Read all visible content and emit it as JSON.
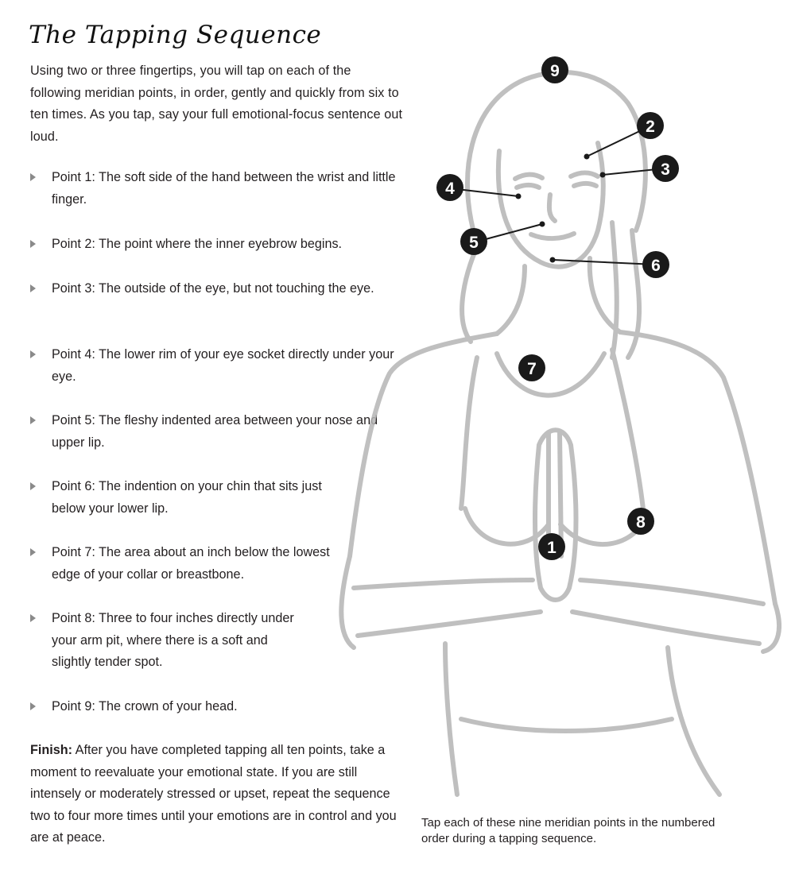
{
  "title": "The Tapping Sequence",
  "intro": "Using two or three fingertips, you will tap on each of the following meridian points, in order, gently and quickly from six to ten times. As you tap, say your full emotional-focus sentence out loud.",
  "points": [
    "Point 1: The soft side of the hand between the wrist and little finger.",
    "Point 2: The point where the inner eyebrow begins.",
    "Point 3: The outside of the eye, but not touching the eye.",
    "Point 4: The lower rim of your eye socket directly under your eye.",
    "Point 5: The fleshy indented area between your nose and upper lip.",
    "Point 6: The indention on your chin that sits just below your lower lip.",
    "Point 7: The area about an inch below the lowest edge of your collar or breastbone.",
    "Point 8: Three to four inches directly under your arm pit, where there is a soft and slightly tender spot.",
    "Point 9: The crown of your head."
  ],
  "finish_label": "Finish:",
  "finish_text": " After you have completed tapping all ten points, take a moment to reevaluate your emotional state. If you are still intensely or moderately stressed or upset, repeat the sequence two to four more times until your emotions are in control and you are at peace.",
  "caption": "Tap each of these nine meridian points in the numbered order during a tapping sequence.",
  "markers": [
    "9",
    "2",
    "3",
    "4",
    "5",
    "6",
    "7",
    "8",
    "1"
  ],
  "colors": {
    "marker": "#1a1a1a",
    "sketch": "#b5b5b5",
    "bullet": "#8a8a8a"
  }
}
